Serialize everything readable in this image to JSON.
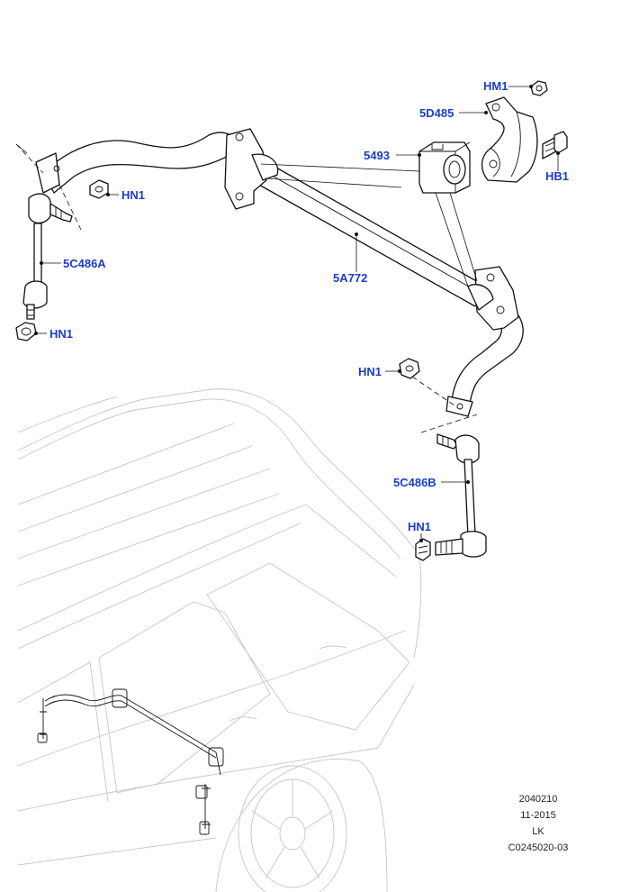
{
  "callouts": {
    "hm1": "HM1",
    "d5485": "5D485",
    "p5493": "5493",
    "hb1": "HB1",
    "hn1_a": "HN1",
    "c5486a": "5C486A",
    "a5772": "5A772",
    "hn1_b": "HN1",
    "hn1_c": "HN1",
    "c5486b": "5C486B",
    "hn1_d": "HN1"
  },
  "footer": {
    "line1": "2040210",
    "line2": "11-2015",
    "line3": "LK",
    "line4": "C0245020-03"
  },
  "colors": {
    "callout_text": "#1a3cc8",
    "line_art": "#111111",
    "vehicle_outline": "#c6c6c6"
  }
}
